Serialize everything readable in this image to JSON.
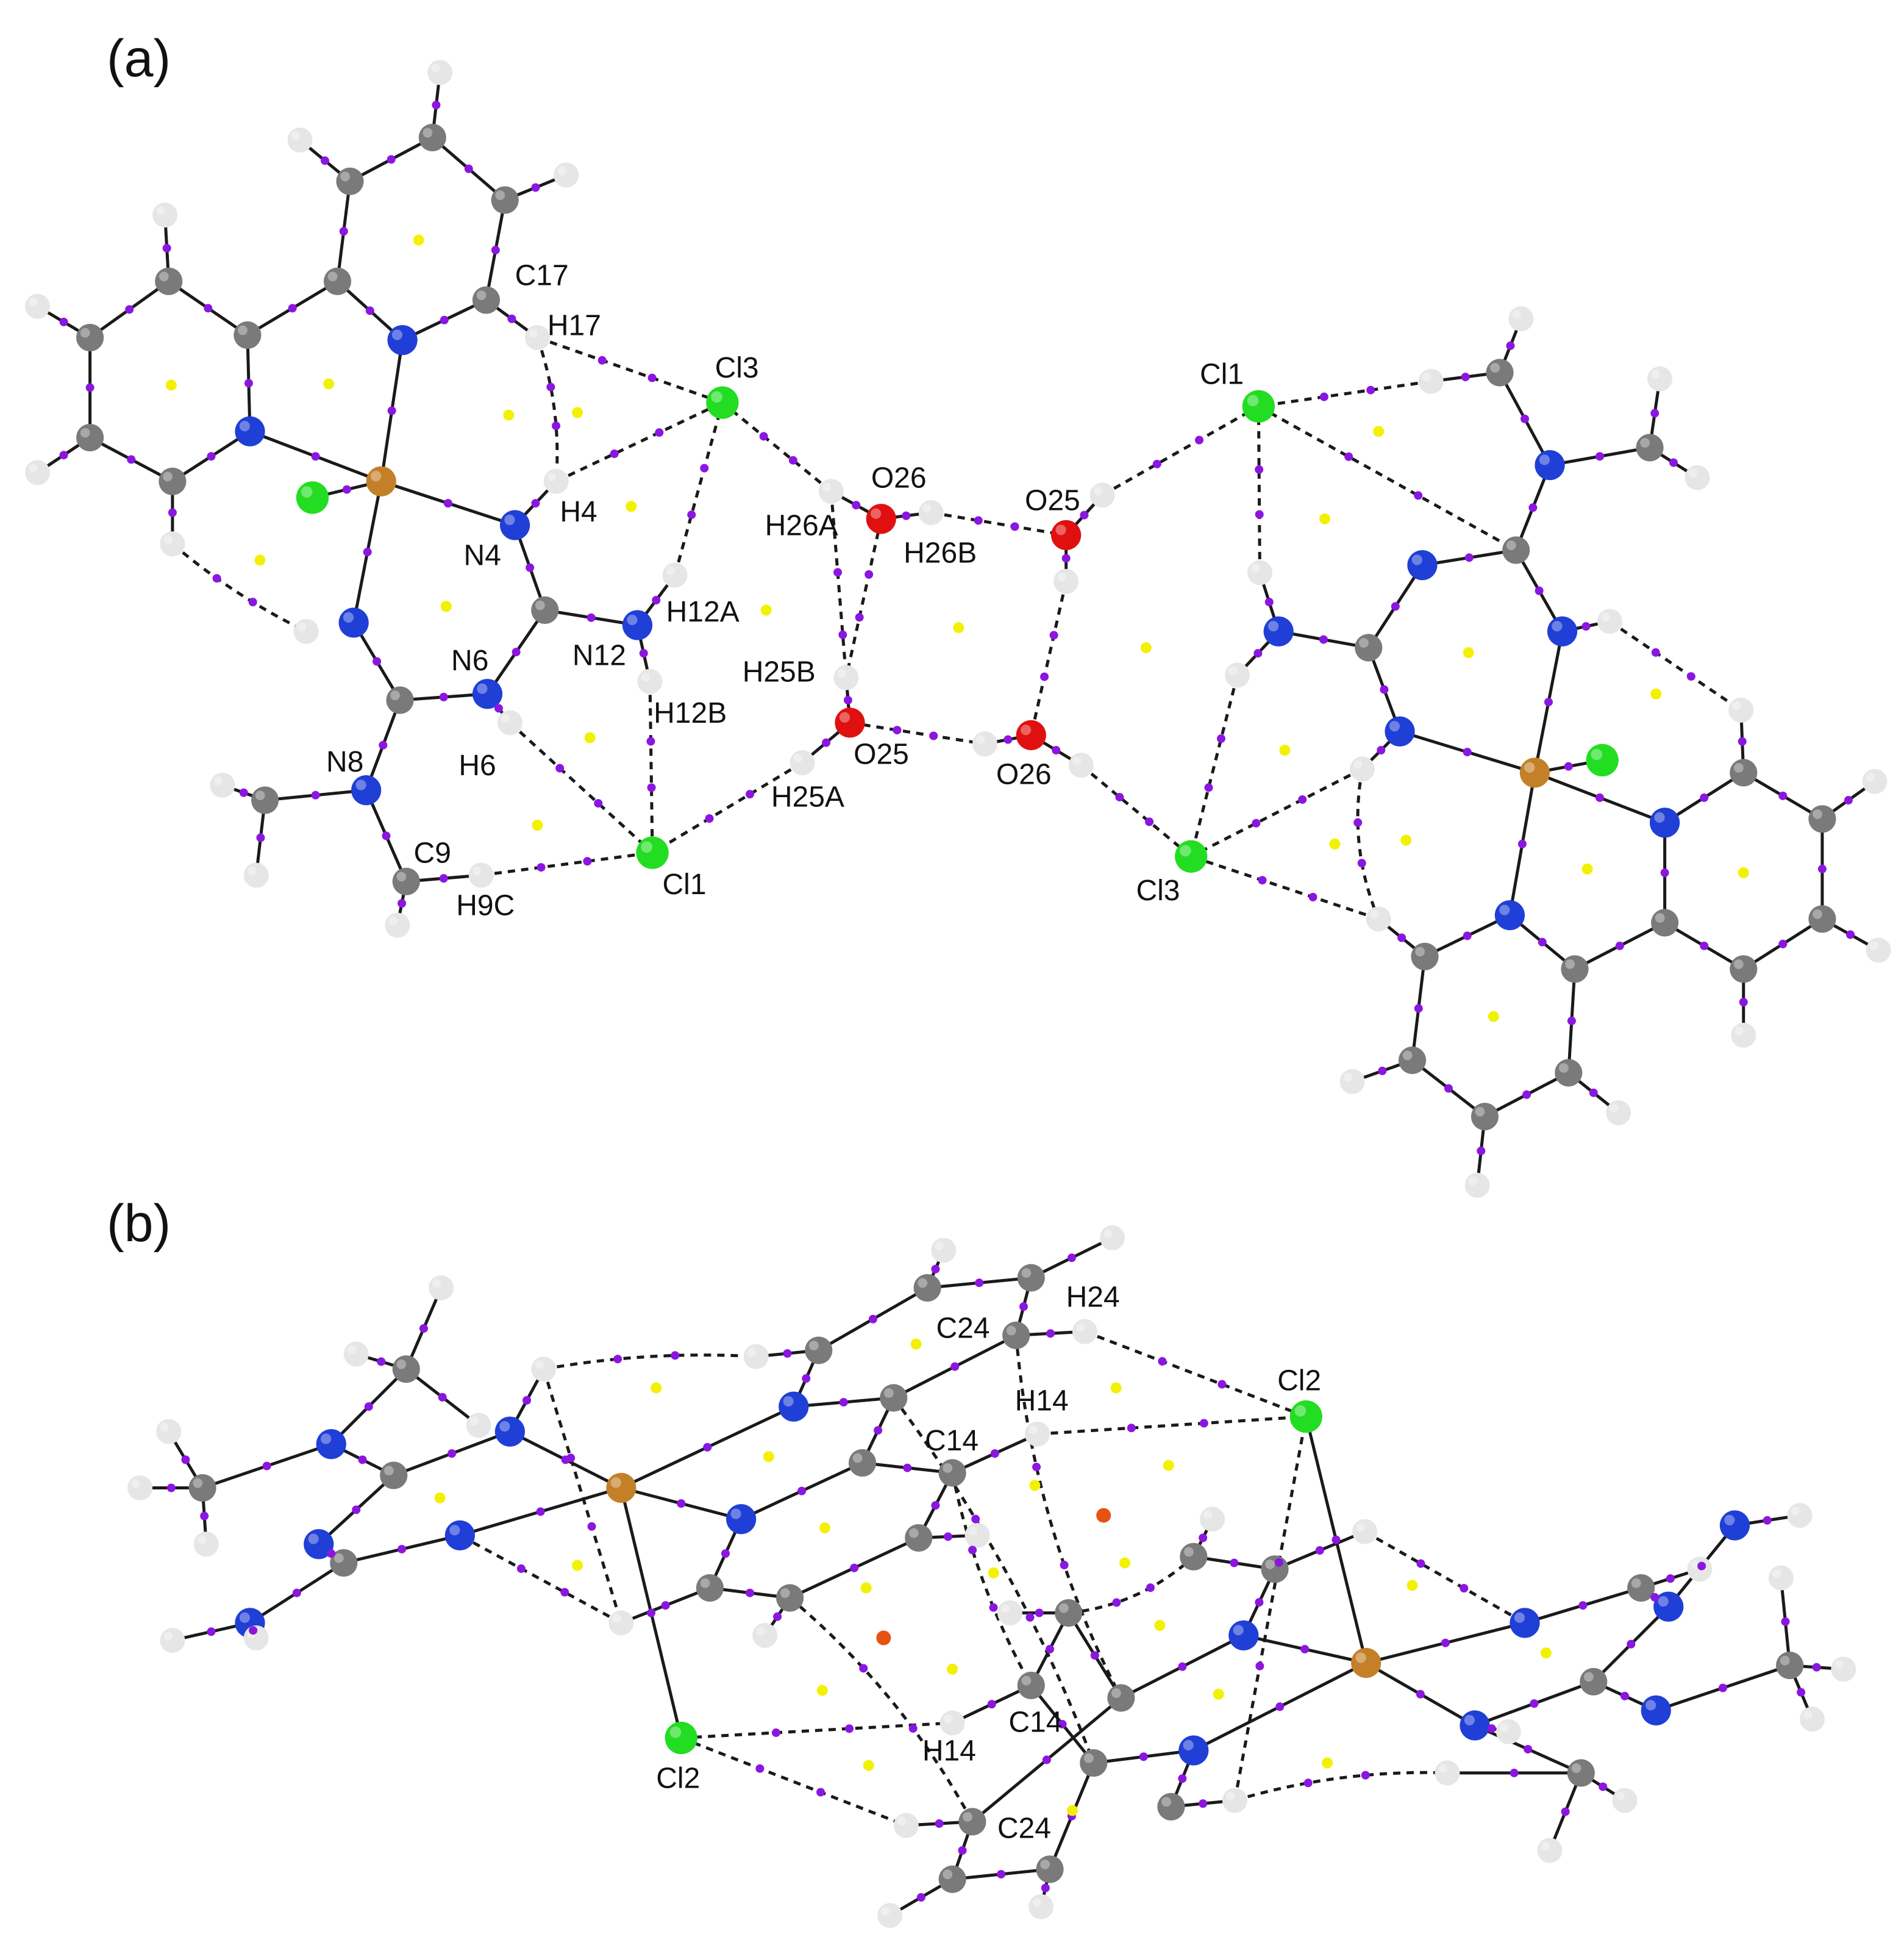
{
  "panels": {
    "a": {
      "label": "(a)",
      "atom_labels": [
        "C17",
        "H17",
        "Cl3",
        "H4",
        "N4",
        "H26A",
        "O26",
        "H26B",
        "O25",
        "Cl1",
        "H12A",
        "N12",
        "N6",
        "H25B",
        "H12B",
        "N8",
        "H6",
        "O25",
        "H25A",
        "O26",
        "C9",
        "Cl1",
        "H9C",
        "Cl3"
      ]
    },
    "b": {
      "label": "(b)",
      "atom_labels": [
        "H24",
        "C24",
        "Cl2",
        "H14",
        "C14",
        "C14",
        "H14",
        "Cl2",
        "C24"
      ]
    }
  },
  "colors": {
    "carbon": "#7a7a7a",
    "hydrogen": "#e6e6e6",
    "nitrogen": "#1f3fd6",
    "oxygen": "#e01010",
    "chlorine": "#22dd22",
    "copper": "#c48028",
    "bond_critical_point": "#8a17e0",
    "ring_critical_point": "#f2f200",
    "cage_critical_point": "#e55312"
  }
}
